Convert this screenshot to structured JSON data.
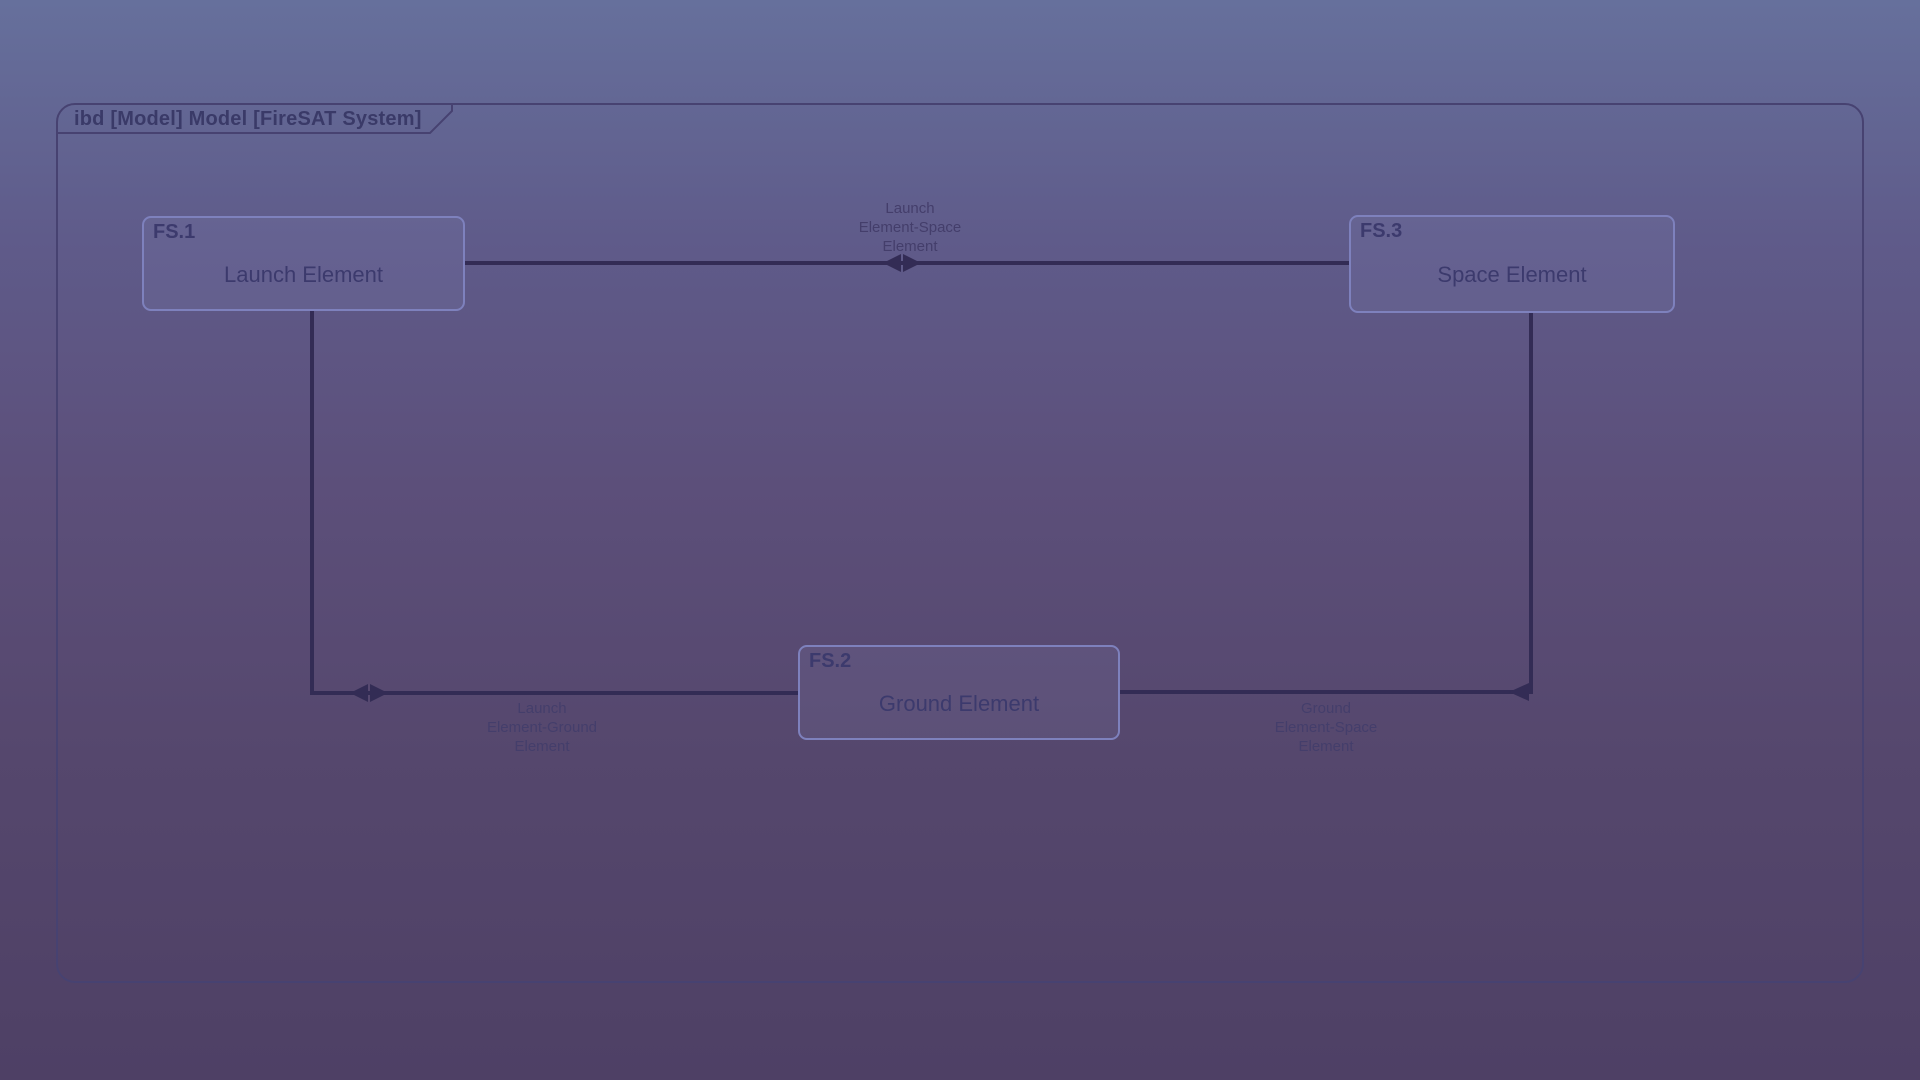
{
  "diagram": {
    "frame_title": "ibd [Model] Model [FireSAT System]",
    "blocks": [
      {
        "id": "FS.1",
        "name": "Launch Element"
      },
      {
        "id": "FS.2",
        "name": "Ground Element"
      },
      {
        "id": "FS.3",
        "name": "Space Element"
      }
    ],
    "connectors": [
      {
        "name": "Launch Element-Space Element",
        "label_lines": [
          "Launch",
          "Element-Space",
          "Element"
        ],
        "ends": [
          "FS.1",
          "FS.3"
        ],
        "arrow": "double"
      },
      {
        "name": "Launch Element-Ground Element",
        "label_lines": [
          "Launch",
          "Element-Ground",
          "Element"
        ],
        "ends": [
          "FS.1",
          "FS.2"
        ],
        "arrow": "double"
      },
      {
        "name": "Ground Element-Space Element",
        "label_lines": [
          "Ground",
          "Element-Space",
          "Element"
        ],
        "ends": [
          "FS.3",
          "FS.2"
        ],
        "arrow": "left"
      }
    ]
  },
  "colors": {
    "background_top": "#66709c",
    "background_bottom": "#4e4065",
    "frame_border": "#474271",
    "block_border": "#7e81bd",
    "block_fill": "rgba(158,163,220,0.10)",
    "block_text": "#3c3a6d",
    "connector_line": "#332c55",
    "connector_label_text": "#443e6b",
    "frame_title_text": "#3a3a68"
  }
}
